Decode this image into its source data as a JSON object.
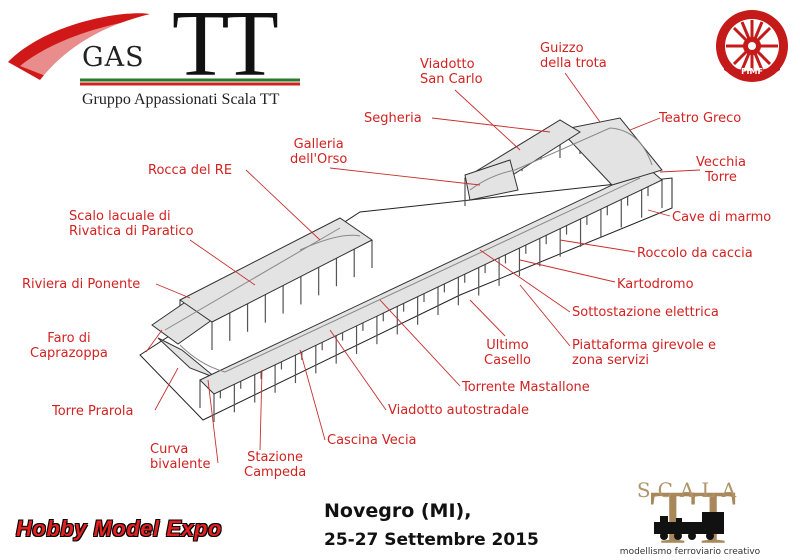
{
  "logo_gas": {
    "word": "GAS",
    "letters": "TT",
    "subtitle": "Gruppo Appassionati Scala TT"
  },
  "logo_fimf": {
    "text": "FIMF"
  },
  "callouts": [
    {
      "id": "viadotto-san-carlo",
      "lines": [
        "Viadotto",
        "San Carlo"
      ]
    },
    {
      "id": "guizzo-della-trota",
      "lines": [
        "Guizzo",
        "della trota"
      ]
    },
    {
      "id": "segheria",
      "lines": [
        "Segheria"
      ]
    },
    {
      "id": "teatro-greco",
      "lines": [
        "Teatro Greco"
      ]
    },
    {
      "id": "galleria-orso",
      "lines": [
        "Galleria",
        "dell'Orso"
      ]
    },
    {
      "id": "vecchia-torre",
      "lines": [
        "Vecchia",
        "Torre"
      ]
    },
    {
      "id": "rocca-del-re",
      "lines": [
        "Rocca del RE"
      ]
    },
    {
      "id": "cave-di-marmo",
      "lines": [
        "Cave di marmo"
      ]
    },
    {
      "id": "scalo-lacuale",
      "lines": [
        "Scalo lacuale di",
        "Rivatica di Paratico"
      ]
    },
    {
      "id": "roccolo",
      "lines": [
        "Roccolo da caccia"
      ]
    },
    {
      "id": "riviera-ponente",
      "lines": [
        "Riviera di Ponente"
      ]
    },
    {
      "id": "kartodromo",
      "lines": [
        "Kartodromo"
      ]
    },
    {
      "id": "sottostazione",
      "lines": [
        "Sottostazione elettrica"
      ]
    },
    {
      "id": "faro",
      "lines": [
        "Faro di",
        "Caprazoppa"
      ]
    },
    {
      "id": "ultimo-casello",
      "lines": [
        "Ultimo",
        "Casello"
      ]
    },
    {
      "id": "piattaforma",
      "lines": [
        "Piattaforma girevole e",
        "zona servizi"
      ]
    },
    {
      "id": "torrente",
      "lines": [
        "Torrente Mastallone"
      ]
    },
    {
      "id": "torre-prarola",
      "lines": [
        "Torre Prarola"
      ]
    },
    {
      "id": "viadotto-autostradale",
      "lines": [
        "Viadotto autostradale"
      ]
    },
    {
      "id": "cascina-vecia",
      "lines": [
        "Cascina Vecia"
      ]
    },
    {
      "id": "curva-bivalente",
      "lines": [
        "Curva",
        "bivalente"
      ]
    },
    {
      "id": "stazione-campeda",
      "lines": [
        "Stazione",
        "Campeda"
      ]
    }
  ],
  "event": {
    "title": "Hobby Model Expo",
    "place": "Novegro (MI),",
    "dates": "25-27  Settembre 2015"
  },
  "logo_scala": {
    "word": "SCALA",
    "letters": "TT",
    "subtitle": "modellismo ferroviario creativo"
  },
  "colors": {
    "callout": "#d22222",
    "leader": "#c83030",
    "board": "#e3e3e3",
    "legs": "#555555",
    "gas_swoosh": "#d01818",
    "scala_gold": "#a8885a"
  }
}
